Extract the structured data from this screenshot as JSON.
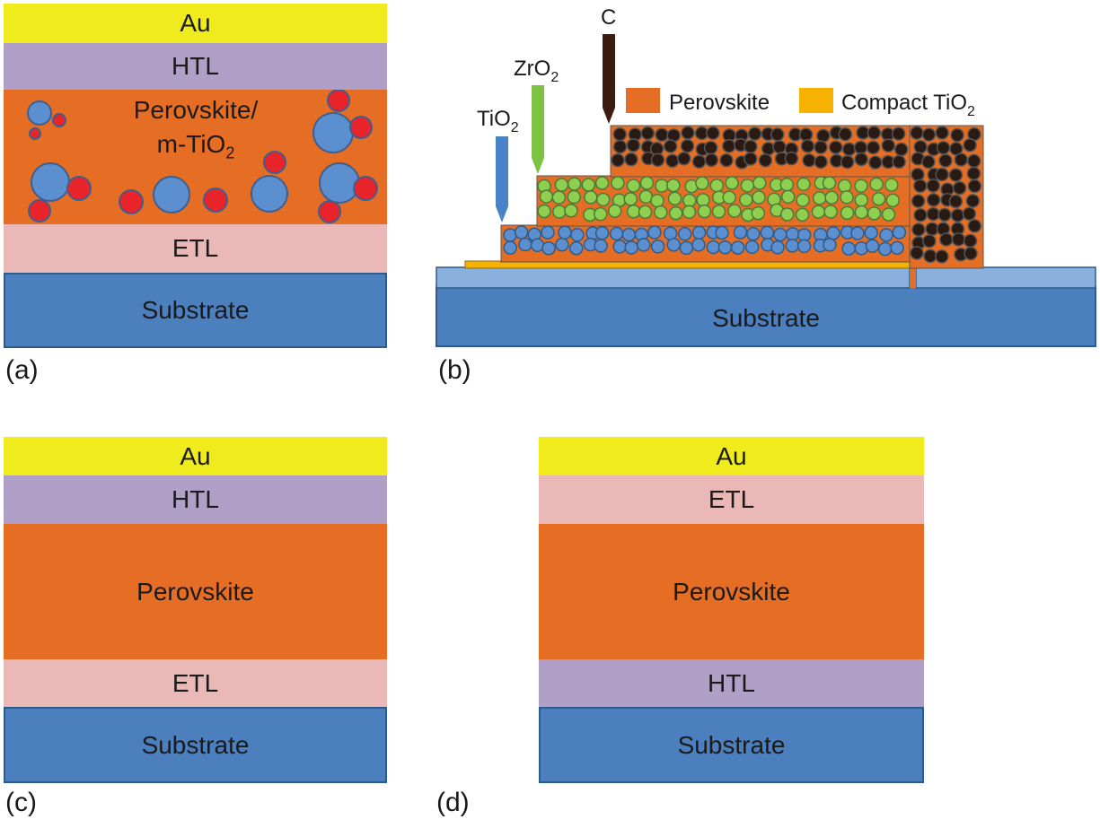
{
  "colors": {
    "gold": "#f0eb1d",
    "htl": "#b09fc7",
    "perovskite": "#e66e24",
    "etl": "#e9b8b7",
    "substrate": "#4c7fbe",
    "glass": "#8ab1de",
    "compact_tio2": "#f7b200",
    "tio2_particle": "#5b8fcf",
    "zro2_particle": "#8fcf4f",
    "carbon_particle": "#2a1a14",
    "red_particle": "#e8232a"
  },
  "panel_a": {
    "label": "(a)",
    "layers": {
      "au": "Au",
      "htl": "HTL",
      "active_line1": "Perovskite/",
      "active_line2_base": "m-TiO",
      "active_line2_sub": "2",
      "etl": "ETL",
      "substrate": "Substrate"
    }
  },
  "panel_b": {
    "label": "(b)",
    "arrows": {
      "carbon": "C",
      "zro2_base": "ZrO",
      "zro2_sub": "2",
      "tio2_base": "TiO",
      "tio2_sub": "2"
    },
    "legend": {
      "perovskite": "Perovskite",
      "compact_base": "Compact TiO",
      "compact_sub": "2"
    },
    "substrate": "Substrate"
  },
  "panel_c": {
    "label": "(c)",
    "layers": {
      "au": "Au",
      "htl": "HTL",
      "perovskite": "Perovskite",
      "etl": "ETL",
      "substrate": "Substrate"
    }
  },
  "panel_d": {
    "label": "(d)",
    "layers": {
      "au": "Au",
      "etl": "ETL",
      "perovskite": "Perovskite",
      "htl": "HTL",
      "substrate": "Substrate"
    }
  }
}
